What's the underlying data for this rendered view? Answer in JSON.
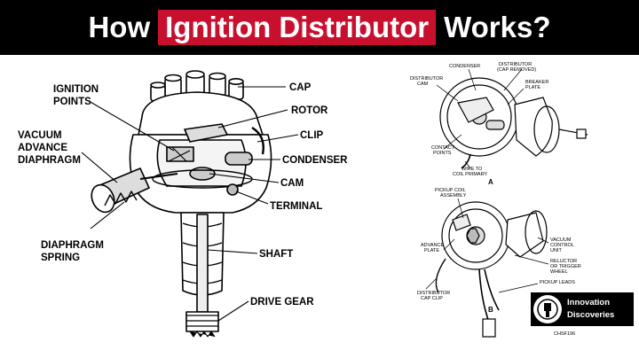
{
  "title": {
    "prefix": "How",
    "highlight": "Ignition Distributor",
    "suffix": "Works?"
  },
  "colors": {
    "title_background": "#000000",
    "title_text": "#ffffff",
    "highlight_background": "#c8102e",
    "ink": "#000000"
  },
  "main_diagram": {
    "labels": {
      "ignition_points_1": "IGNITION",
      "ignition_points_2": "POINTS",
      "vacuum_1": "VACUUM",
      "vacuum_2": "ADVANCE",
      "vacuum_3": "DIAPHRAGM",
      "diaphragm_spring_1": "DIAPHRAGM",
      "diaphragm_spring_2": "SPRING",
      "cap": "CAP",
      "rotor": "ROTOR",
      "clip": "CLIP",
      "condenser": "CONDENSER",
      "cam": "CAM",
      "terminal": "TERMINAL",
      "shaft": "SHAFT",
      "drive_gear": "DRIVE GEAR"
    }
  },
  "side_diagram_a": {
    "letter": "A",
    "labels": {
      "condenser": "CONDENSER",
      "distributor_cap_1": "DISTRIBUTOR",
      "distributor_cap_2": "(CAP REMOVED)",
      "distributor_cam_1": "DISTRIBUTOR",
      "distributor_cam_2": "CAM",
      "breaker_plate_1": "BREAKER",
      "breaker_plate_2": "PLATE",
      "contact_points_1": "CONTACT",
      "contact_points_2": "POINTS",
      "wire_1": "WIRE TO",
      "wire_2": "COIL PRIMARY"
    }
  },
  "side_diagram_b": {
    "letter": "B",
    "labels": {
      "pickup_coil_1": "PICKUP COIL",
      "pickup_coil_2": "ASSEMBLY",
      "advance_plate_1": "ADVANCE",
      "advance_plate_2": "PLATE",
      "vacuum_control_1": "VACUUM",
      "vacuum_control_2": "CONTROL",
      "vacuum_control_3": "UNIT",
      "reluctor_1": "RELUCTOR",
      "reluctor_2": "OR TRIGGER",
      "reluctor_3": "WHEEL",
      "pickup_leads": "PICKUP LEADS",
      "cap_clip_1": "DISTRIBUTOR",
      "cap_clip_2": "CAP CLIP",
      "figure_code": "CHSF196"
    }
  },
  "logo": {
    "line1": "Innovation",
    "line2": "Discoveries",
    "emblem_icon": "distributor-emblem"
  }
}
